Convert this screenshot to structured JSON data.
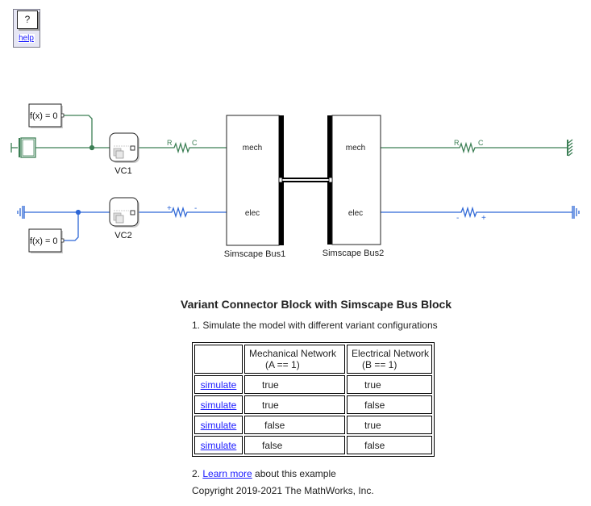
{
  "help": {
    "icon_label": "?",
    "link_label": "help"
  },
  "diagram": {
    "colors": {
      "mechanical": "#3c7f55",
      "electrical": "#2e67d6",
      "bus_bar": "#000000"
    },
    "constraint_top": {
      "label": "f(x) = 0"
    },
    "constraint_bottom": {
      "label": "f(x) = 0"
    },
    "vc1": {
      "label": "VC1"
    },
    "vc2": {
      "label": "VC2"
    },
    "mech_resistor_left": {
      "port_r": "R",
      "port_c": "C"
    },
    "elec_resistor_left": {
      "port_plus": "+",
      "port_minus": "-"
    },
    "mech_resistor_right": {
      "port_r": "R",
      "port_c": "C"
    },
    "elec_resistor_right": {
      "port_minus": "-",
      "port_plus": "+"
    },
    "bus1": {
      "label": "Simscape Bus1",
      "port_mech": "mech",
      "port_elec": "elec"
    },
    "bus2": {
      "label": "Simscape Bus2",
      "port_mech": "mech",
      "port_elec": "elec"
    }
  },
  "doc": {
    "title": "Variant Connector Block with Simscape Bus Block",
    "step1": "1. Simulate the model with different variant configurations",
    "table": {
      "headers": [
        {
          "line1": "",
          "line2": ""
        },
        {
          "line1": "Mechanical Network",
          "line2": "(A == 1)"
        },
        {
          "line1": "Electrical Network",
          "line2": "(B == 1)"
        }
      ],
      "rows": [
        {
          "action": "simulate",
          "mech": "true",
          "elec": "true"
        },
        {
          "action": "simulate",
          "mech": "true",
          "elec": "false"
        },
        {
          "action": "simulate",
          "mech": "false",
          "elec": "true"
        },
        {
          "action": "simulate",
          "mech": "false",
          "elec": "false"
        }
      ]
    },
    "step2_prefix": "2. ",
    "step2_link": "Learn more",
    "step2_suffix": " about this example",
    "copyright": "Copyright 2019-2021 The MathWorks, Inc."
  }
}
